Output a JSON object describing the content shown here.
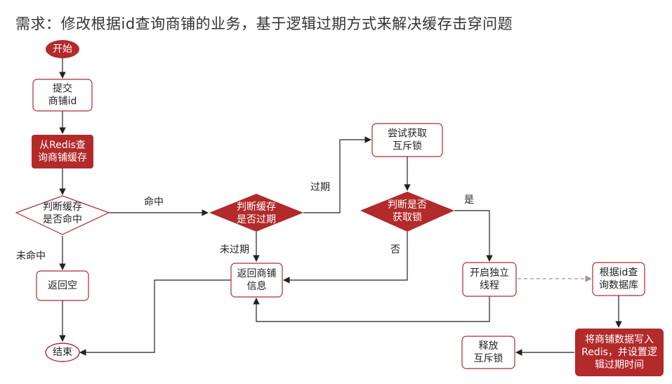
{
  "title": "需求：修改根据id查询商铺的业务，基于逻辑过期方式来解决缓存击穿问题",
  "colors": {
    "accent": "#b22a2a",
    "border": "#b22a2a",
    "arrow": "#222222",
    "dashed": "#999999"
  },
  "nodes": {
    "start": {
      "lines": [
        "开始"
      ]
    },
    "submit": {
      "lines": [
        "提交",
        "商铺id"
      ]
    },
    "query_redis": {
      "lines": [
        "从Redis查",
        "询商铺缓存"
      ]
    },
    "check_hit": {
      "lines": [
        "判断缓存",
        "是否命中"
      ]
    },
    "return_null": {
      "lines": [
        "返回空"
      ]
    },
    "end": {
      "lines": [
        "结束"
      ]
    },
    "check_expired": {
      "lines": [
        "判断缓存",
        "是否过期"
      ]
    },
    "return_info": {
      "lines": [
        "返回商铺",
        "信息"
      ]
    },
    "try_lock": {
      "lines": [
        "尝试获取",
        "互斥锁"
      ]
    },
    "check_lock": {
      "lines": [
        "判断是否",
        "获取锁"
      ]
    },
    "new_thread": {
      "lines": [
        "开启独立",
        "线程"
      ]
    },
    "query_db": {
      "lines": [
        "根据id查",
        "询数据库"
      ]
    },
    "write_redis": {
      "lines": [
        "将商铺数据写入",
        "Redis，并设置逻",
        "辑过期时间"
      ]
    },
    "release_lock": {
      "lines": [
        "释放",
        "互斥锁"
      ]
    }
  },
  "edge_labels": {
    "hit": "命中",
    "miss": "未命中",
    "expired": "过期",
    "not_expired": "未过期",
    "yes": "是",
    "no": "否"
  }
}
